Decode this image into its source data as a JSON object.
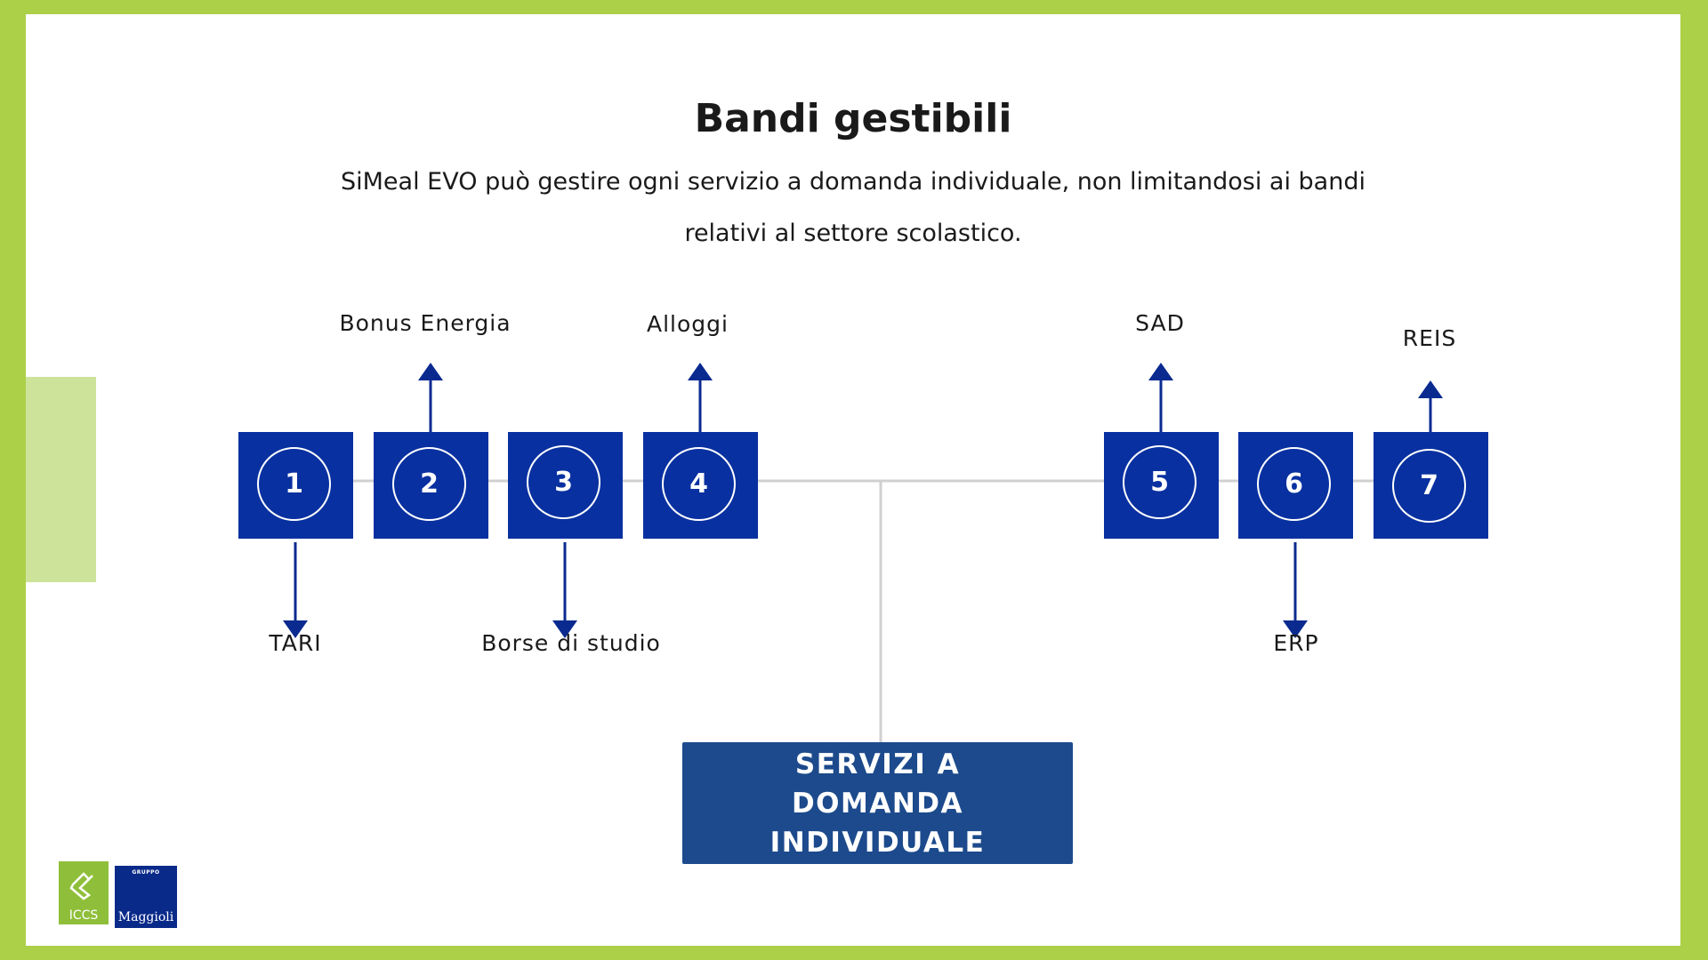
{
  "header": {
    "title": "Bandi gestibili",
    "subtitle": "SiMeal EVO può gestire ogni servizio a domanda individuale, non limitandosi ai bandi relativi al settore scolastico."
  },
  "nodes": [
    {
      "number": "1",
      "label": "TARI"
    },
    {
      "number": "2",
      "label": "Bonus Energia"
    },
    {
      "number": "3",
      "label": "Borse di studio"
    },
    {
      "number": "4",
      "label": "Alloggi"
    },
    {
      "number": "5",
      "label": "SAD"
    },
    {
      "number": "6",
      "label": "ERP"
    },
    {
      "number": "7",
      "label": "REIS"
    }
  ],
  "center": {
    "label": "SERVIZI A DOMANDA INDIVIDUALE"
  },
  "logos": {
    "iccs": "ICCS",
    "maggioli_top": "GRUPPO",
    "maggioli_bottom": "Maggioli"
  },
  "colors": {
    "frame": "#acd047",
    "accent": "#cde39a",
    "node": "#0830a0",
    "center": "#1c4a8c",
    "arrow": "#0a2a90",
    "connector": "#d0d0d0"
  }
}
